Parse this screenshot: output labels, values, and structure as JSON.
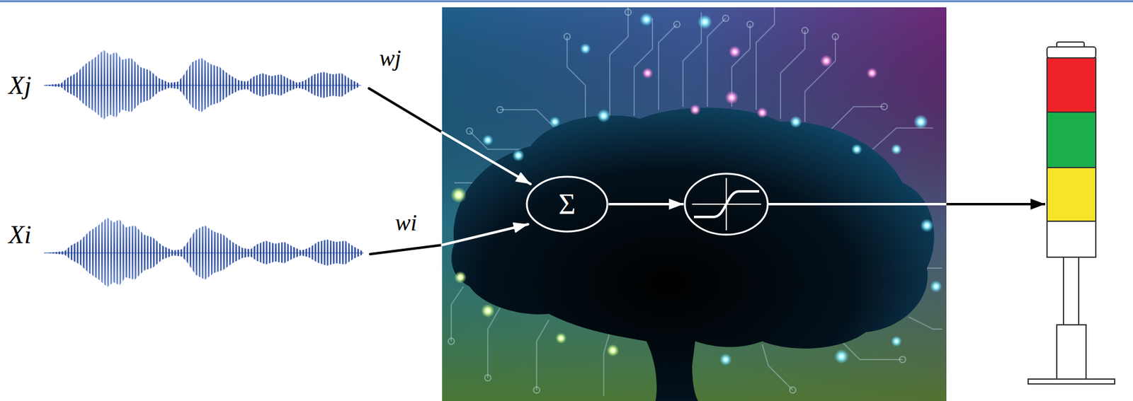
{
  "diagram": {
    "nodes": [
      {
        "text": [
          "Σ"
        ]
      }
    ],
    "labels": [
      "Xj",
      "wj",
      "Xi",
      "wi"
    ]
  }
}
